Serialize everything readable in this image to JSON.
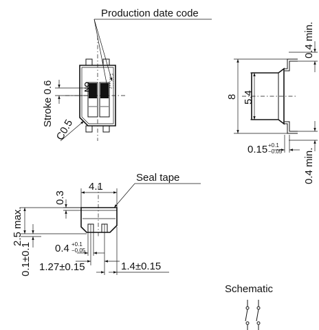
{
  "labels": {
    "production_date_code": "Production date code",
    "stroke": "Stroke 0.6",
    "chamfer": "C0.5",
    "on_mark": "ON",
    "seal_tape": "Seal tape",
    "schematic": "Schematic"
  },
  "dimensions": {
    "width_8": "8",
    "width_5_4": "5.4",
    "lead_min_top": "0.4 min.",
    "lead_min_bottom": "0.4 min.",
    "lead_thickness_main": "0.15",
    "lead_thickness_tol_upper": "+0.1",
    "lead_thickness_tol_lower": "−0.05",
    "body_width": "4.1",
    "top_offset": "0.3",
    "height_max": "2.5 max.",
    "standoff": "0.1±0.1",
    "pin_width_main": "0.4",
    "pin_width_tol_upper": "+0.1",
    "pin_width_tol_lower": "−0.05",
    "pin_pitch": "1.27±0.15",
    "end_length": "1.4±0.15"
  },
  "icons": {
    "schematic_symbol": "dip-switch-schematic-icon"
  }
}
